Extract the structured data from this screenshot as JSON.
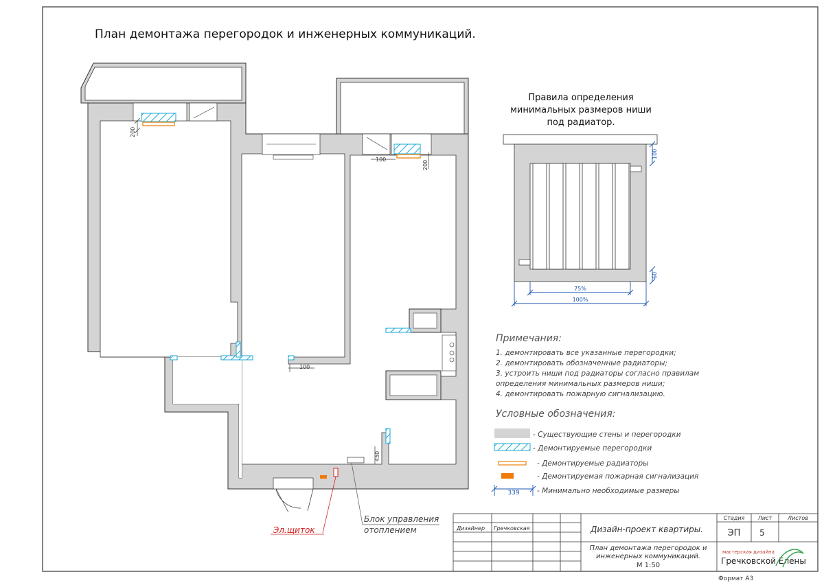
{
  "title": "План демонтажа перегородок и инженерных коммуникаций.",
  "rules": {
    "line1": "Правила определения",
    "line2": "минимальных размеров ниши",
    "line3": "под радиатор.",
    "dim_top": "100",
    "dim_bottom": "60",
    "dim_75": "75%",
    "dim_100": "100%"
  },
  "plan_dims": {
    "d200_left": "200",
    "d100_top": "100",
    "d200_right": "200",
    "d100_center": "100",
    "d450": "450"
  },
  "labels": {
    "el_panel": "Эл.щиток",
    "heating_1": "Блок управления",
    "heating_2": "отоплением"
  },
  "notes": {
    "heading": "Примечания:",
    "items": [
      "1. демонтировать все указанные перегородки;",
      "2. демонтировать обозначенные радиаторы;",
      "3. устроить ниши под радиаторы согласно правилам",
      "определения минимальных размеров ниши;",
      "4. демонтировать пожарную сигнализацию."
    ]
  },
  "legend": {
    "heading": "Условные обозначения:",
    "items": [
      "- Существующие стены и перегородки",
      "- Демонтируемые перегородки",
      "- Демонтируемые радиаторы",
      "- Демонтируемая пожарная сигнализация",
      "- Минимально необходимые размеры"
    ],
    "dim_sample": "339",
    "colors": {
      "wall": "#d4d4d4",
      "partition": "#1aa7d6",
      "radiator": "#f08c1e",
      "alarm": "#f07a0a",
      "dimension": "#1a55b0",
      "el_panel": "#d42020"
    }
  },
  "titleblock": {
    "col_stage": "Стадия",
    "col_sheet": "Лист",
    "col_sheets": "Листов",
    "designer_label": "Дизайнер",
    "designer_name": "Гречковская",
    "project": "Дизайн-проект квартиры.",
    "stage": "ЭП",
    "sheet": "5",
    "sheet_title_1": "План демонтажа перегородок и",
    "sheet_title_2": "инженерных коммуникаций.",
    "scale": "М 1:50",
    "logo_small": "мастерская дизайна",
    "logo_main": "Гречковской Елены",
    "format": "Формат А3"
  }
}
